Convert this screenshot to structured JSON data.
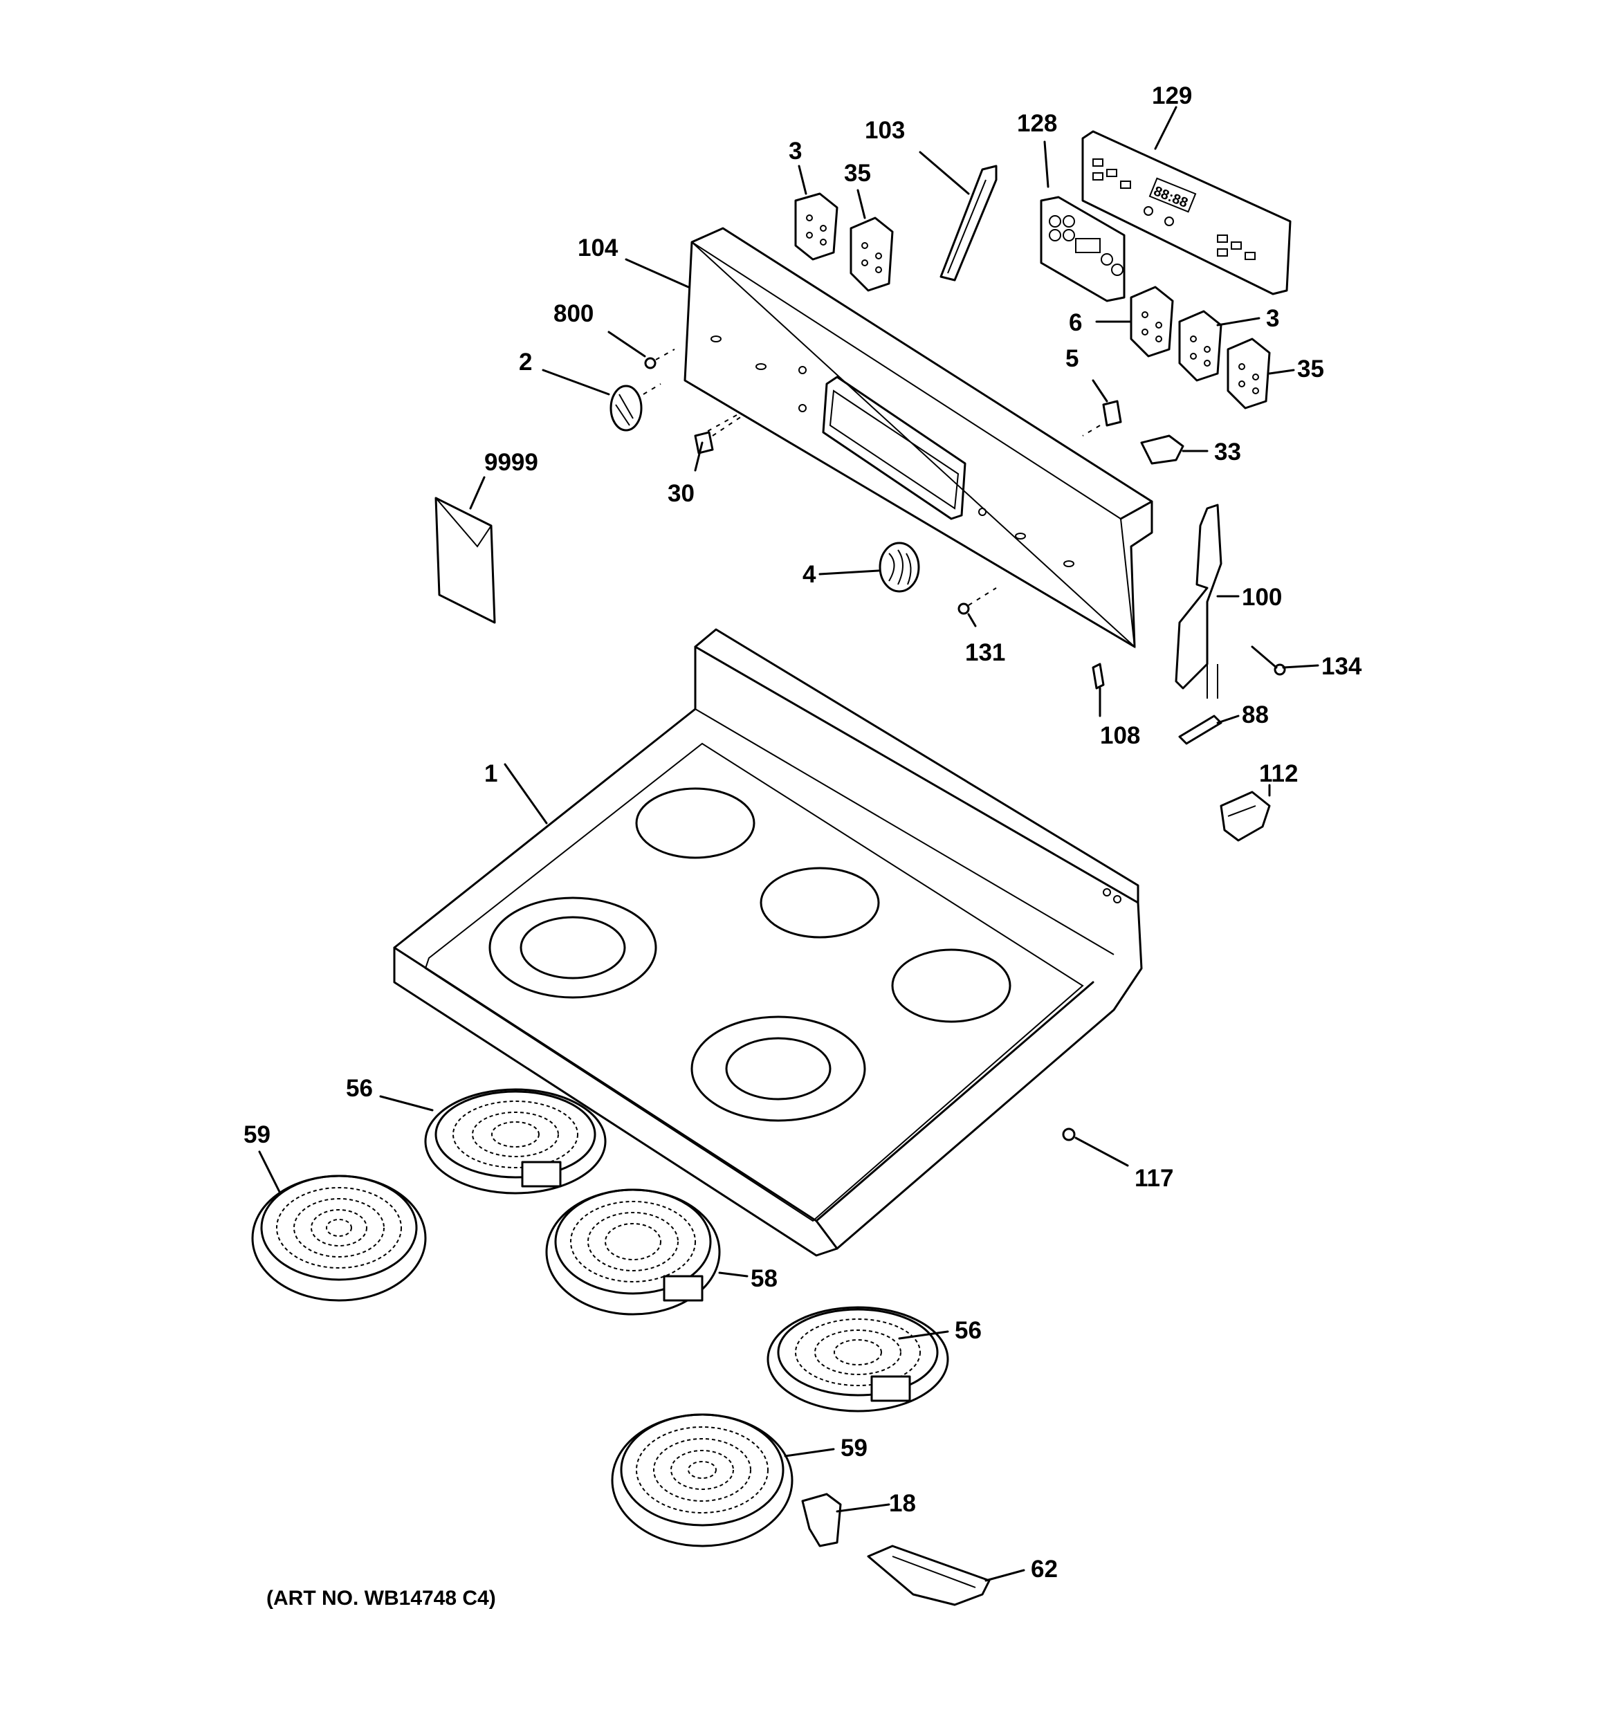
{
  "caption": "(ART NO. WB14748 C4)",
  "callouts": {
    "c1": "1",
    "c2": "2",
    "c3a": "3",
    "c3b": "3",
    "c4": "4",
    "c5": "5",
    "c6": "6",
    "c18": "18",
    "c30": "30",
    "c33": "33",
    "c35a": "35",
    "c35b": "35",
    "c56a": "56",
    "c56b": "56",
    "c58": "58",
    "c59a": "59",
    "c59b": "59",
    "c62": "62",
    "c88": "88",
    "c100": "100",
    "c103": "103",
    "c104": "104",
    "c108": "108",
    "c112": "112",
    "c117": "117",
    "c128": "128",
    "c129": "129",
    "c131": "131",
    "c134": "134",
    "c800": "800",
    "c9999": "9999"
  },
  "display_readout": "88:88"
}
